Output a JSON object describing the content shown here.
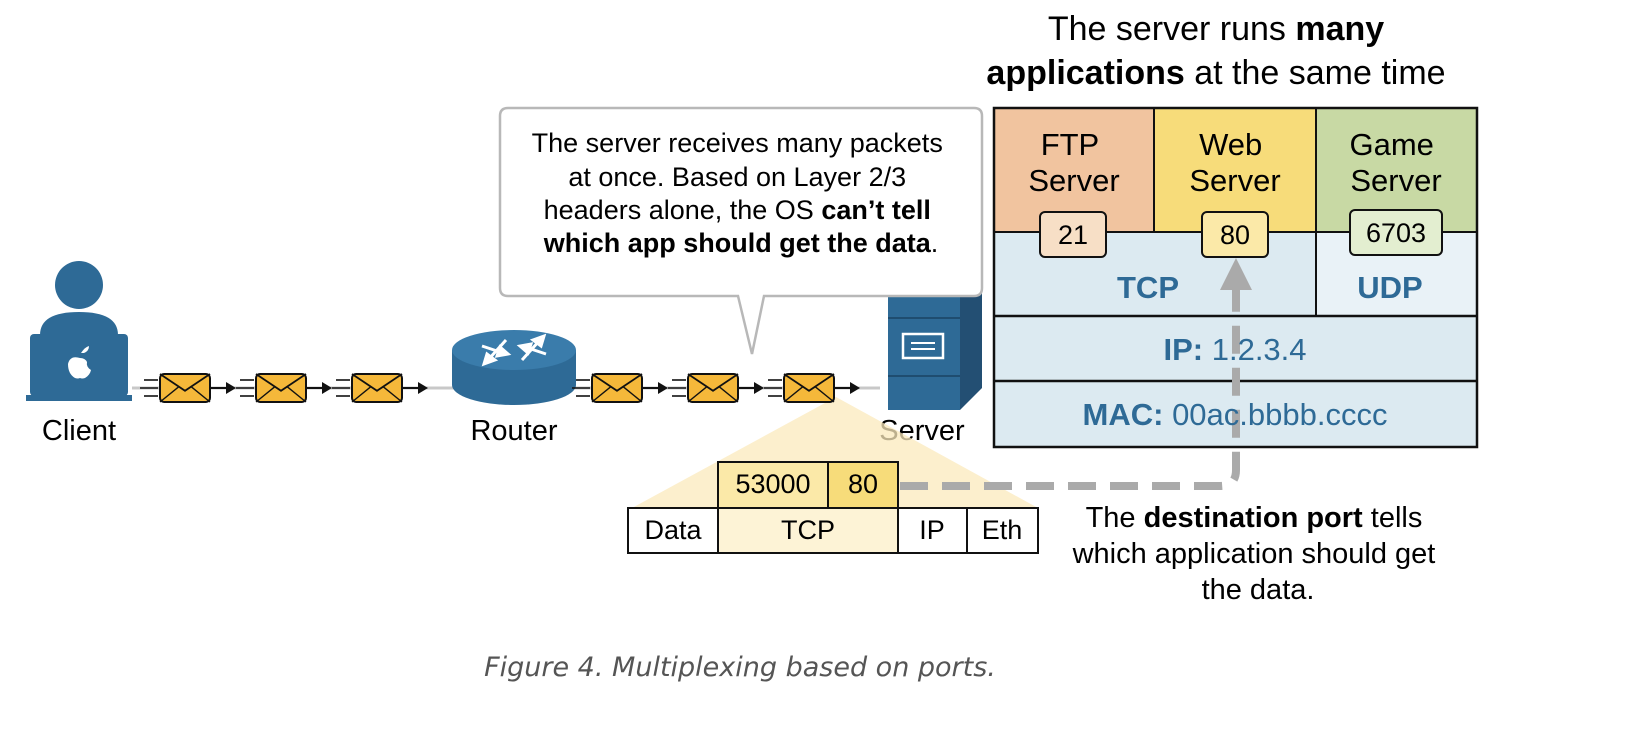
{
  "title": {
    "line1_pre": "The server runs ",
    "line1_bold": "many",
    "line2_bold": "applications",
    "line2_post": " at the same time"
  },
  "devices": {
    "client": "Client",
    "router": "Router",
    "server": "Server"
  },
  "callout": {
    "line1": "The server receives many packets",
    "line2": "at once. Based on Layer 2/3",
    "line3_pre": "headers alone, the OS ",
    "line3_bold": "can’t tell",
    "line4_bold": "which app should get the data",
    "line4_post": "."
  },
  "apps": [
    {
      "name_line1": "FTP",
      "name_line2": "Server",
      "port": "21",
      "color": "#f1c49f",
      "port_color": "#f7dfc6"
    },
    {
      "name_line1": "Web",
      "name_line2": "Server",
      "port": "80",
      "color": "#f7dc7a",
      "port_color": "#fbe9a8"
    },
    {
      "name_line1": "Game",
      "name_line2": "Server",
      "port": "6703",
      "color": "#c8d9a4",
      "port_color": "#e3eed0"
    }
  ],
  "stack": {
    "tcp": "TCP",
    "udp": "UDP",
    "ip_label": "IP:",
    "ip_value": "1.2.3.4",
    "mac_label": "MAC:",
    "mac_value": "00ac.bbbb.cccc",
    "text_color": "#2e6a96",
    "fill": "#dceaf1"
  },
  "packet": {
    "src_port": "53000",
    "dst_port": "80",
    "fields": [
      "Data",
      "TCP",
      "IP",
      "Eth"
    ]
  },
  "dest_note": {
    "line1_pre": "The ",
    "line1_bold": "destination port",
    "line1_post": " tells",
    "line2": "which application should get",
    "line3": "the data."
  },
  "caption": "Figure 4. Multiplexing based on ports.",
  "colors": {
    "device_blue": "#2e6a96",
    "envelope": "#f5b83a",
    "arrow_gray": "#aaaaaa"
  }
}
